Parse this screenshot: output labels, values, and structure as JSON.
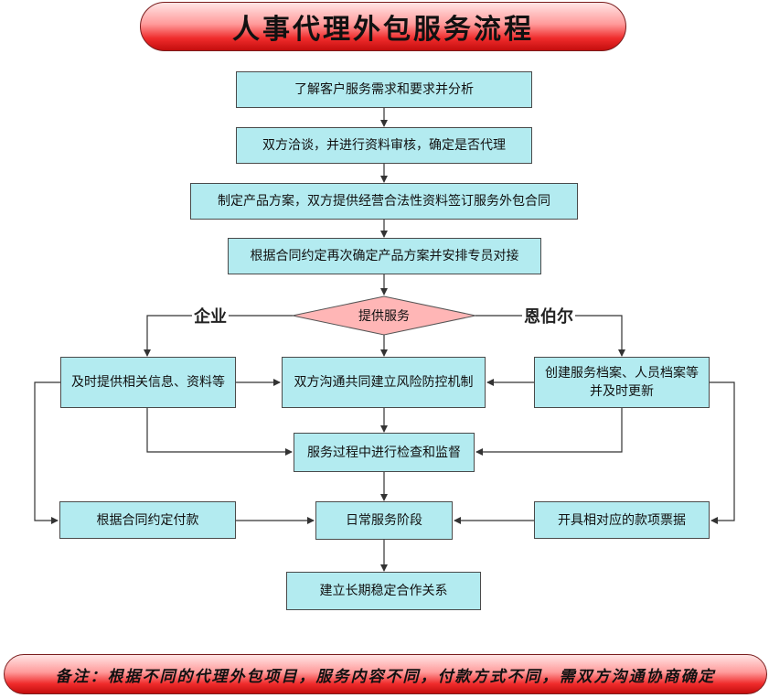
{
  "title": "人事代理外包服务流程",
  "steps": {
    "s1": "了解客户服务需求和要求并分析",
    "s2": "双方洽谈，并进行资料审核，确定是否代理",
    "s3": "制定产品方案，双方提供经营合法性资料签订服务外包合同",
    "s4": "根据合同约定再次确定产品方案并安排专员对接",
    "decision": "提供服务",
    "left1": "及时提供相关信息、资料等",
    "center1": "双方沟通共同建立风险防控机制",
    "right1": "创建服务档案、人员档案等并及时更新",
    "center2": "服务过程中进行检查和监督",
    "left2": "根据合同约定付款",
    "center3": "日常服务阶段",
    "right2": "开具相对应的款项票据",
    "final": "建立长期稳定合作关系"
  },
  "labels": {
    "left": "企业",
    "right": "恩伯尔"
  },
  "note": "备注：根据不同的代理外包项目，服务内容不同，付款方式不同，需双方沟通协商确定",
  "colors": {
    "box_fill": "#b3ebf0",
    "diamond_fill": "#ffb6b6",
    "banner_red": "#ef2b2b"
  }
}
